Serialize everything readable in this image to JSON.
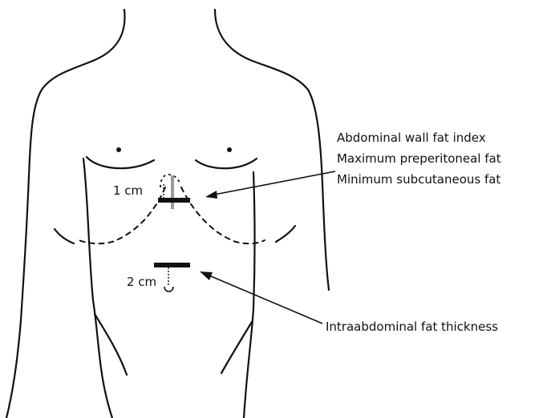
{
  "annotations": {
    "upper": {
      "lines": [
        "Abdominal wall fat index",
        "Maximum preperitoneal fat",
        "Minimum subcutaneous fat"
      ],
      "distance_label": "1 cm"
    },
    "lower": {
      "line": "Intraabdominal fat thickness",
      "distance_label": "2 cm"
    }
  },
  "colors": {
    "ink": "#111111",
    "gray_marker": "#9a9a9a",
    "background": "#ffffff"
  }
}
